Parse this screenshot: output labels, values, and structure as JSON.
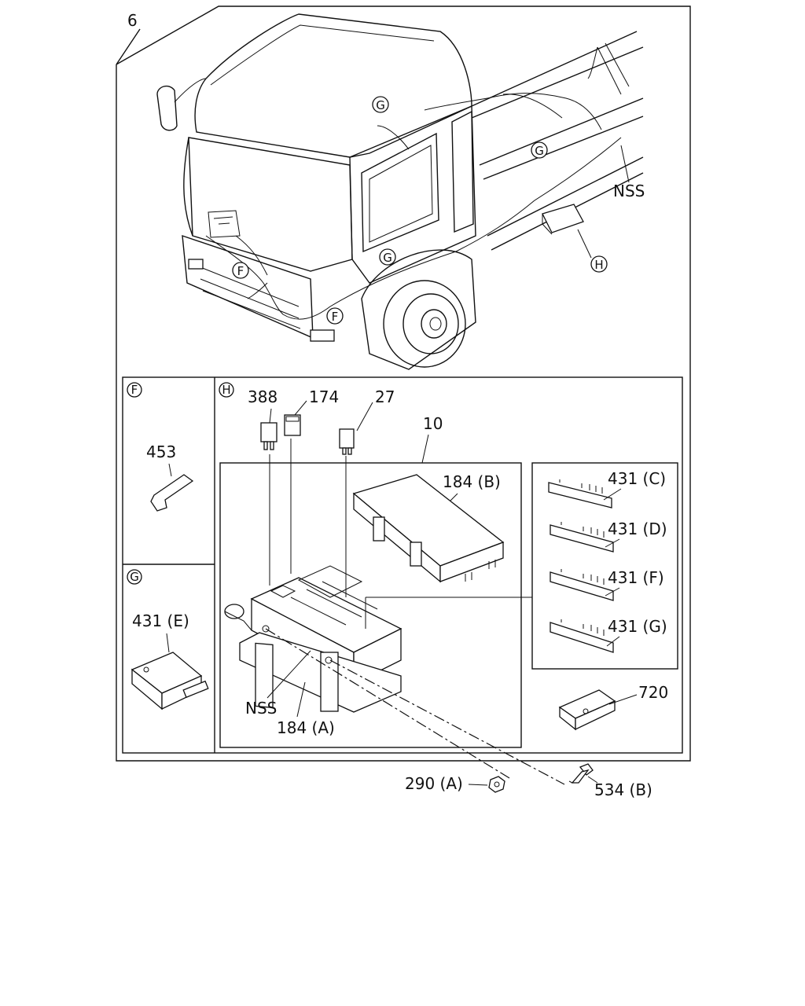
{
  "diagram": {
    "callouts": {
      "assembly": "6",
      "nss_top": "NSS",
      "fuse_388": "388",
      "fuse_174": "174",
      "fuse_27": "27",
      "relay_box": "10",
      "cover": "184 (B)",
      "case": "184 (A)",
      "nss_box": "NSS",
      "clip_453": "453",
      "conn_c": "431 (C)",
      "conn_d": "431 (D)",
      "conn_f": "431 (F)",
      "conn_g": "431 (G)",
      "conn_e": "431 (E)",
      "bracket": "720",
      "nut": "290 (A)",
      "bolt": "534 (B)"
    },
    "markers": {
      "F": "F",
      "G": "G",
      "H": "H"
    }
  }
}
